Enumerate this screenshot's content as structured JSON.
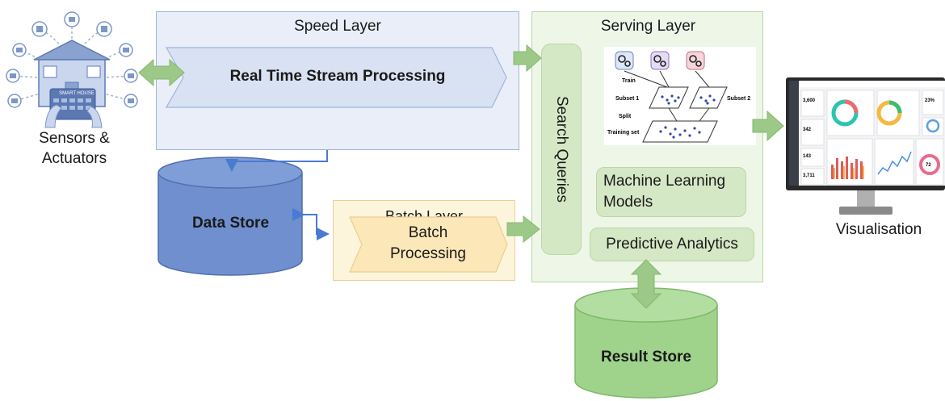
{
  "sensors": {
    "label_line1": "Sensors &",
    "label_line2": "Actuators",
    "panel_text": "SMART HOUSE"
  },
  "speed_layer": {
    "title": "Speed Layer",
    "process": "Real Time Stream Processing"
  },
  "serving_layer": {
    "title": "Serving Layer",
    "search": "Search Queries",
    "ml_line1": "Machine Learning",
    "ml_line2": "Models",
    "predictive": "Predictive Analytics",
    "ml_diagram": {
      "train": "Train",
      "subset1": "Subset 1",
      "subset2": "Subset 2",
      "split": "Split",
      "training_set": "Training set"
    }
  },
  "data_store": {
    "label": "Data Store"
  },
  "batch_layer": {
    "title": "Batch Layer",
    "process_line1": "Batch",
    "process_line2": "Processing"
  },
  "result_store": {
    "label": "Result Store"
  },
  "visualisation": {
    "label": "Visualisation",
    "dash_values": [
      "3,600",
      "342",
      "143",
      "3,711",
      "72",
      "23%"
    ]
  },
  "colors": {
    "speed_fill": "#e9eef8",
    "speed_border": "#9fb5dd",
    "chevron_fill": "#d9e2f3",
    "serving_fill": "#eef6e8",
    "serving_border": "#b9d7a4",
    "green_box": "#d5e8c6",
    "green_arrow": "#9cc987",
    "batch_fill": "#fdf4dc",
    "batch_border": "#e8cf92",
    "batch_chevron": "#fbe7b8",
    "data_store": "#6f8fcf",
    "result_store": "#9fd38b",
    "connector": "#4a7bd0"
  }
}
